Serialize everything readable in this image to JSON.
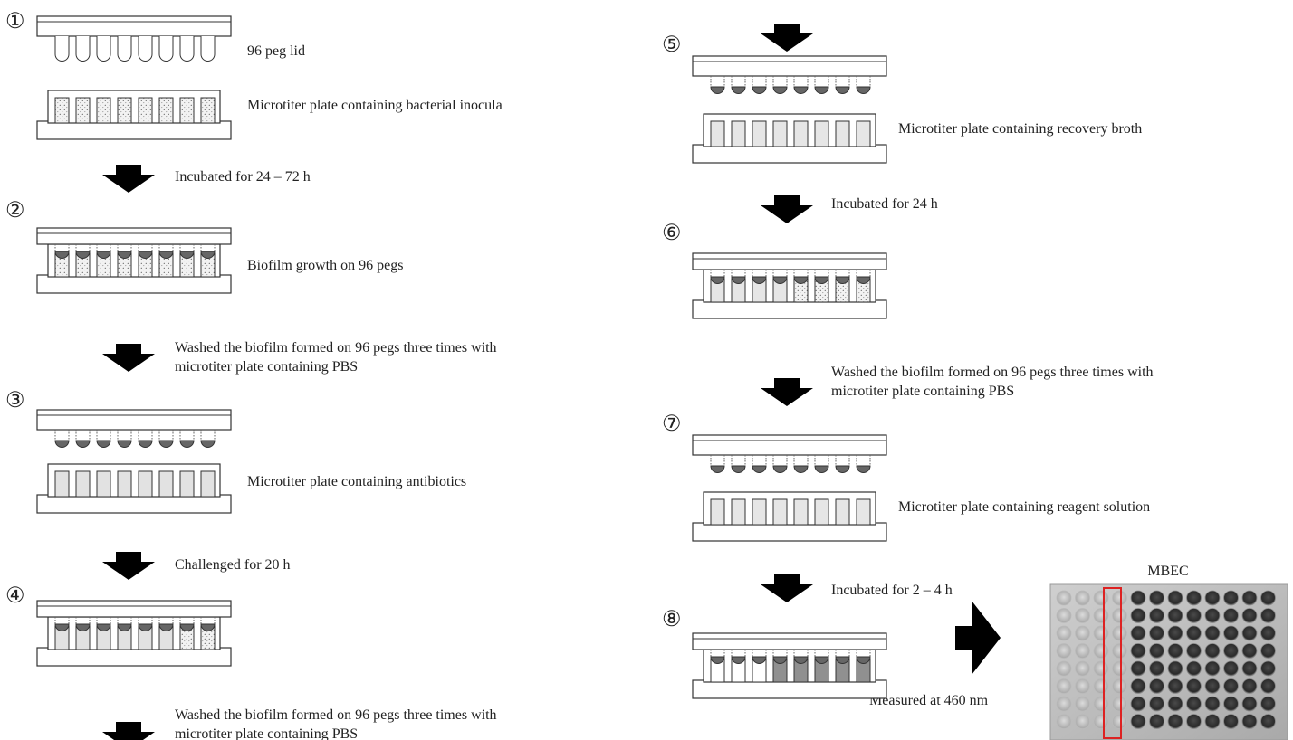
{
  "steps": [
    {
      "number": "①",
      "label": "96 peg lid",
      "plate_label": "Microtiter plate containing bacterial inocula"
    },
    {
      "number": "②",
      "label": "Biofilm growth on 96 pegs"
    },
    {
      "number": "③",
      "plate_label": "Microtiter plate containing antibiotics"
    },
    {
      "number": "④"
    },
    {
      "number": "⑤",
      "plate_label": "Microtiter plate containing recovery broth"
    },
    {
      "number": "⑥"
    },
    {
      "number": "⑦",
      "plate_label": "Microtiter plate containing reagent solution"
    },
    {
      "number": "⑧",
      "measure_label": "Measured at 460 nm"
    }
  ],
  "transitions": [
    {
      "lines": [
        "Incubated for 24 – 72 h"
      ]
    },
    {
      "lines": [
        "Washed the biofilm formed on 96 pegs three times with",
        "microtiter plate containing PBS"
      ]
    },
    {
      "lines": [
        "Challenged for 20 h"
      ]
    },
    {
      "lines": [
        "Washed the biofilm formed on 96 pegs three times with",
        "microtiter plate containing PBS"
      ]
    },
    {
      "lines": [
        "Incubated for 24 h"
      ]
    },
    {
      "lines": [
        "Washed the biofilm formed on 96 pegs three times with",
        "microtiter plate containing PBS"
      ]
    },
    {
      "lines": [
        "Incubated for 2 – 4 h"
      ]
    }
  ],
  "result": {
    "title": "MBEC"
  },
  "colors": {
    "biofilm": "#666666",
    "recovery_fill": "#e6e6e6",
    "antibiotic_fill": "#e2e2e2",
    "positive_well": "#909090",
    "highlight": "#dd2222"
  }
}
